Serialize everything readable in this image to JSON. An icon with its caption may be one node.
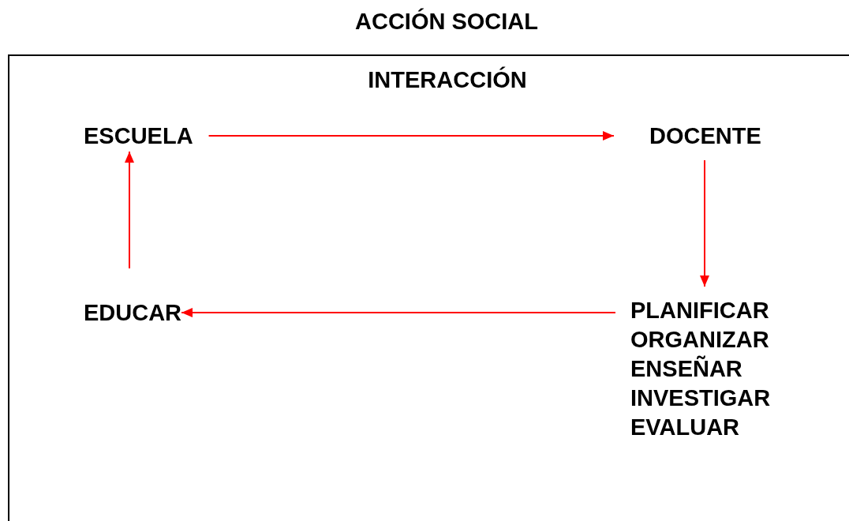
{
  "diagram": {
    "title": "ACCIÓN SOCIAL",
    "nodes": [
      {
        "text": [
          "INTERACCIÓN"
        ]
      },
      {
        "text": [
          "ESCUELA"
        ],
        "in": 0
      },
      {
        "text": [
          "DOCENTE"
        ],
        "in": 0
      },
      {
        "text": [
          "PLANIFICAR",
          "ORGANIZAR",
          "ENSEÑAR",
          "INVESTIGAR",
          "EVALUAR"
        ],
        "in": 0
      },
      {
        "text": [
          "EDUCAR"
        ],
        "in": 0
      }
    ],
    "edges": [
      {
        "from": 1,
        "to": 2,
        "arrow": "to",
        "color": "#ff0000"
      },
      {
        "from": 2,
        "to": 3,
        "arrow": "to",
        "color": "#ff0000"
      },
      {
        "from": 3,
        "to": 4,
        "arrow": "to",
        "color": "#ff0000"
      },
      {
        "from": 4,
        "to": 1,
        "arrow": "to",
        "color": "#ff0000"
      }
    ]
  }
}
